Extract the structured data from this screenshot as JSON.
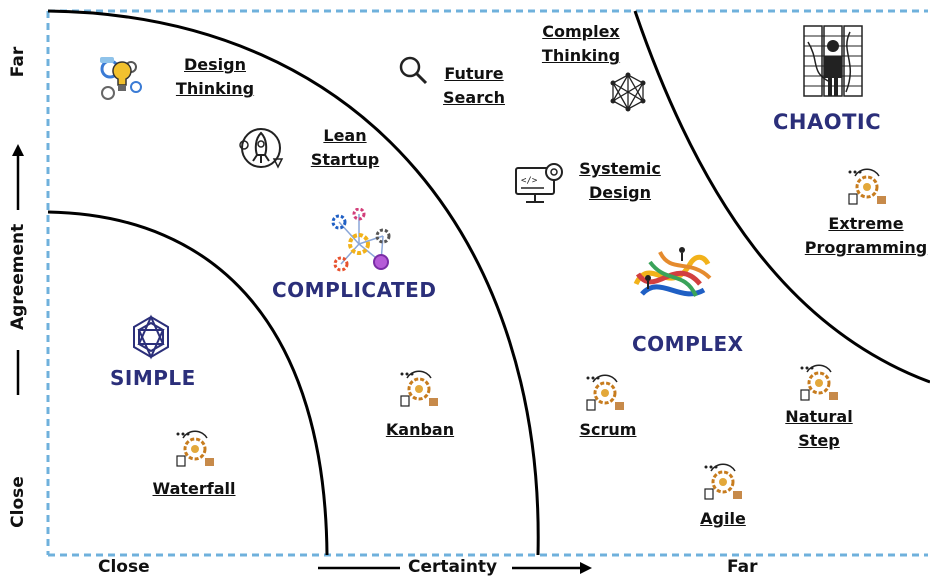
{
  "zones": {
    "simple": "SIMPLE",
    "complicated": "COMPLICATED",
    "complex": "COMPLEX",
    "chaotic": "CHAOTIC"
  },
  "methods": {
    "design_thinking": [
      "Design",
      "Thinking"
    ],
    "lean_startup": [
      "Lean",
      "Startup"
    ],
    "future_search": [
      "Future",
      "Search"
    ],
    "complex_thinking": [
      "Complex",
      "Thinking"
    ],
    "systemic_design": [
      "Systemic",
      "Design"
    ],
    "extreme_programming": [
      "Extreme",
      "Programming"
    ],
    "kanban": "Kanban",
    "waterfall": "Waterfall",
    "scrum": "Scrum",
    "natural_step": [
      "Natural",
      "Step"
    ],
    "agile": "Agile"
  },
  "axes": {
    "x_close": "Close",
    "x_title": "Certainty",
    "x_far": "Far",
    "y_close": "Close",
    "y_title": "Agreement",
    "y_far": "Far"
  },
  "colors": {
    "zone_text": "#2b2f7a",
    "axis_dash": "#6fb1dc",
    "curve": "#000000"
  },
  "icons": [
    "lightbulb-gears-icon",
    "rocket-icon",
    "magnifier-icon",
    "network-icon",
    "monitor-code-icon",
    "process-gear-icon",
    "hexagon-knot-icon",
    "gear-network-icon",
    "arrows-swirl-icon",
    "server-person-icon"
  ]
}
